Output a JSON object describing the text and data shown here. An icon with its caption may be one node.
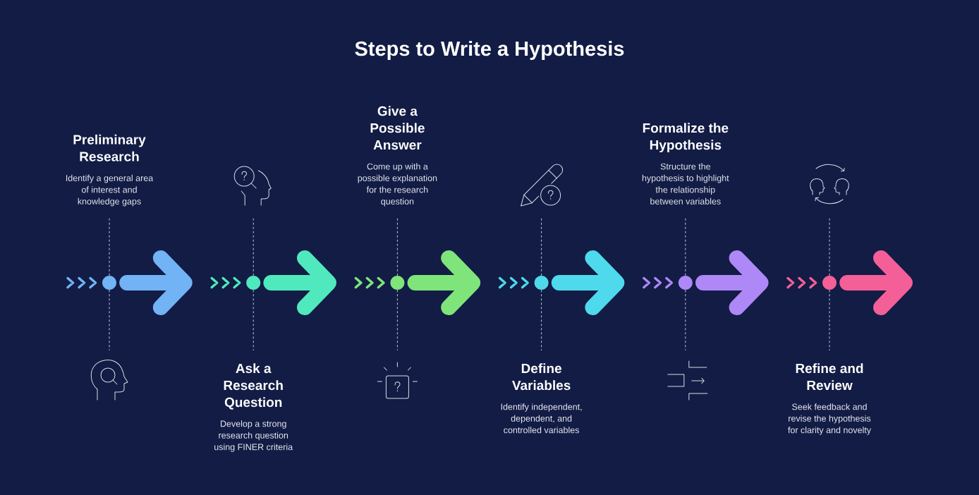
{
  "diagram": {
    "title": "Steps to Write a Hypothesis",
    "nodes": [
      {
        "text": [
          "Preliminary Research",
          "Identify a general area of interest and knowledge gaps"
        ]
      },
      {
        "text": [],
        "shape": "picture"
      },
      {
        "text": [],
        "shape": "chevron"
      },
      {
        "text": [],
        "shape": "circle"
      },
      {
        "text": [
          "Ask a Research Question",
          "Develop a strong research question using FINER criteria"
        ]
      },
      {
        "text": [],
        "shape": "picture"
      },
      {
        "text": [],
        "shape": "chevron"
      },
      {
        "text": [],
        "shape": "circle"
      },
      {
        "text": [
          "Give a Possible Answer",
          "Come up with a possible explanation for the research question"
        ]
      },
      {
        "text": [],
        "shape": "picture"
      },
      {
        "text": [],
        "shape": "chevron"
      },
      {
        "text": [],
        "shape": "circle"
      },
      {
        "text": [
          "Define Variables",
          "Identify independent, dependent, and controlled variables"
        ]
      },
      {
        "text": [],
        "shape": "picture"
      },
      {
        "text": [],
        "shape": "chevron"
      },
      {
        "text": [],
        "shape": "circle"
      },
      {
        "text": [
          "Formalize the Hypothesis",
          "Structure the hypothesis to highlight the relationship between variables"
        ]
      },
      {
        "text": [],
        "shape": "picture"
      },
      {
        "text": [],
        "shape": "chevron"
      },
      {
        "text": [],
        "shape": "circle"
      },
      {
        "text": [
          "Refine and Review",
          "Seek feedback and revise the hypothesis for clarity and novelty"
        ]
      },
      {
        "text": [],
        "shape": "picture"
      },
      {
        "text": [],
        "shape": "chevron"
      },
      {
        "text": [],
        "shape": "circle"
      }
    ],
    "edges": [
      {
        "from": 3,
        "to": 0,
        "arrow": "none",
        "style": "dashed"
      },
      {
        "from": 3,
        "to": 1,
        "arrow": "none",
        "style": "dashed"
      },
      {
        "from": 3,
        "to": 6,
        "arrow": "to",
        "style": "thick",
        "color": "#71b3f5"
      },
      {
        "from": 7,
        "to": 4,
        "arrow": "none",
        "style": "dashed"
      },
      {
        "from": 7,
        "to": 5,
        "arrow": "none",
        "style": "dashed"
      },
      {
        "from": 7,
        "to": 10,
        "arrow": "to",
        "style": "thick",
        "color": "#50e9bd"
      },
      {
        "from": 11,
        "to": 8,
        "arrow": "none",
        "style": "dashed"
      },
      {
        "from": 11,
        "to": 9,
        "arrow": "none",
        "style": "dashed"
      },
      {
        "from": 11,
        "to": 14,
        "arrow": "to",
        "style": "thick",
        "color": "#7fe57a"
      },
      {
        "from": 15,
        "to": 12,
        "arrow": "none",
        "style": "dashed"
      },
      {
        "from": 15,
        "to": 13,
        "arrow": "none",
        "style": "dashed"
      },
      {
        "from": 15,
        "to": 18,
        "arrow": "to",
        "style": "thick",
        "color": "#4fd9ec"
      },
      {
        "from": 19,
        "to": 16,
        "arrow": "none",
        "style": "dashed"
      },
      {
        "from": 19,
        "to": 17,
        "arrow": "none",
        "style": "dashed"
      },
      {
        "from": 19,
        "to": 22,
        "arrow": "to",
        "style": "thick",
        "color": "#ae88f7"
      },
      {
        "from": 23,
        "to": 20,
        "arrow": "none",
        "style": "dashed"
      },
      {
        "from": 23,
        "to": 21,
        "arrow": "none",
        "style": "dashed"
      },
      {
        "from": 23,
        "to": null,
        "arrow": "to",
        "style": "thick",
        "color": "#f45f98"
      }
    ]
  }
}
